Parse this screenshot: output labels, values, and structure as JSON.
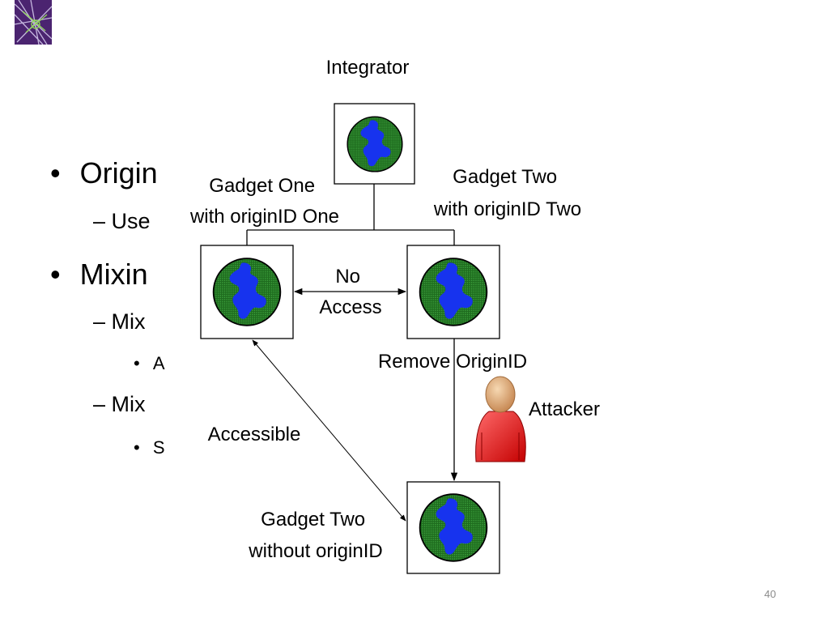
{
  "slide": {
    "number": "40",
    "bullets": [
      {
        "level": 1,
        "marker": "•",
        "text": "Origin"
      },
      {
        "level": 2,
        "marker": "–",
        "text": "Use"
      },
      {
        "level": 1,
        "marker": "•",
        "text": "Mixin"
      },
      {
        "level": 2,
        "marker": "–",
        "text": "Mix"
      },
      {
        "level": 3,
        "marker": "•",
        "text": "A"
      },
      {
        "level": 2,
        "marker": "–",
        "text": "Mix"
      },
      {
        "level": 3,
        "marker": "•",
        "text": "S"
      }
    ]
  },
  "diagram": {
    "integrator_label": "Integrator",
    "gadget_one_label": [
      "Gadget One",
      "with originID One"
    ],
    "gadget_two_label": [
      "Gadget Two",
      "with originID Two"
    ],
    "no_access_label": [
      "No",
      "Access"
    ],
    "remove_origin_label": "Remove OriginID",
    "attacker_label": "Attacker",
    "accessible_label": "Accessible",
    "gadget_two_no_origin_label": [
      "Gadget Two",
      "without originID"
    ]
  }
}
